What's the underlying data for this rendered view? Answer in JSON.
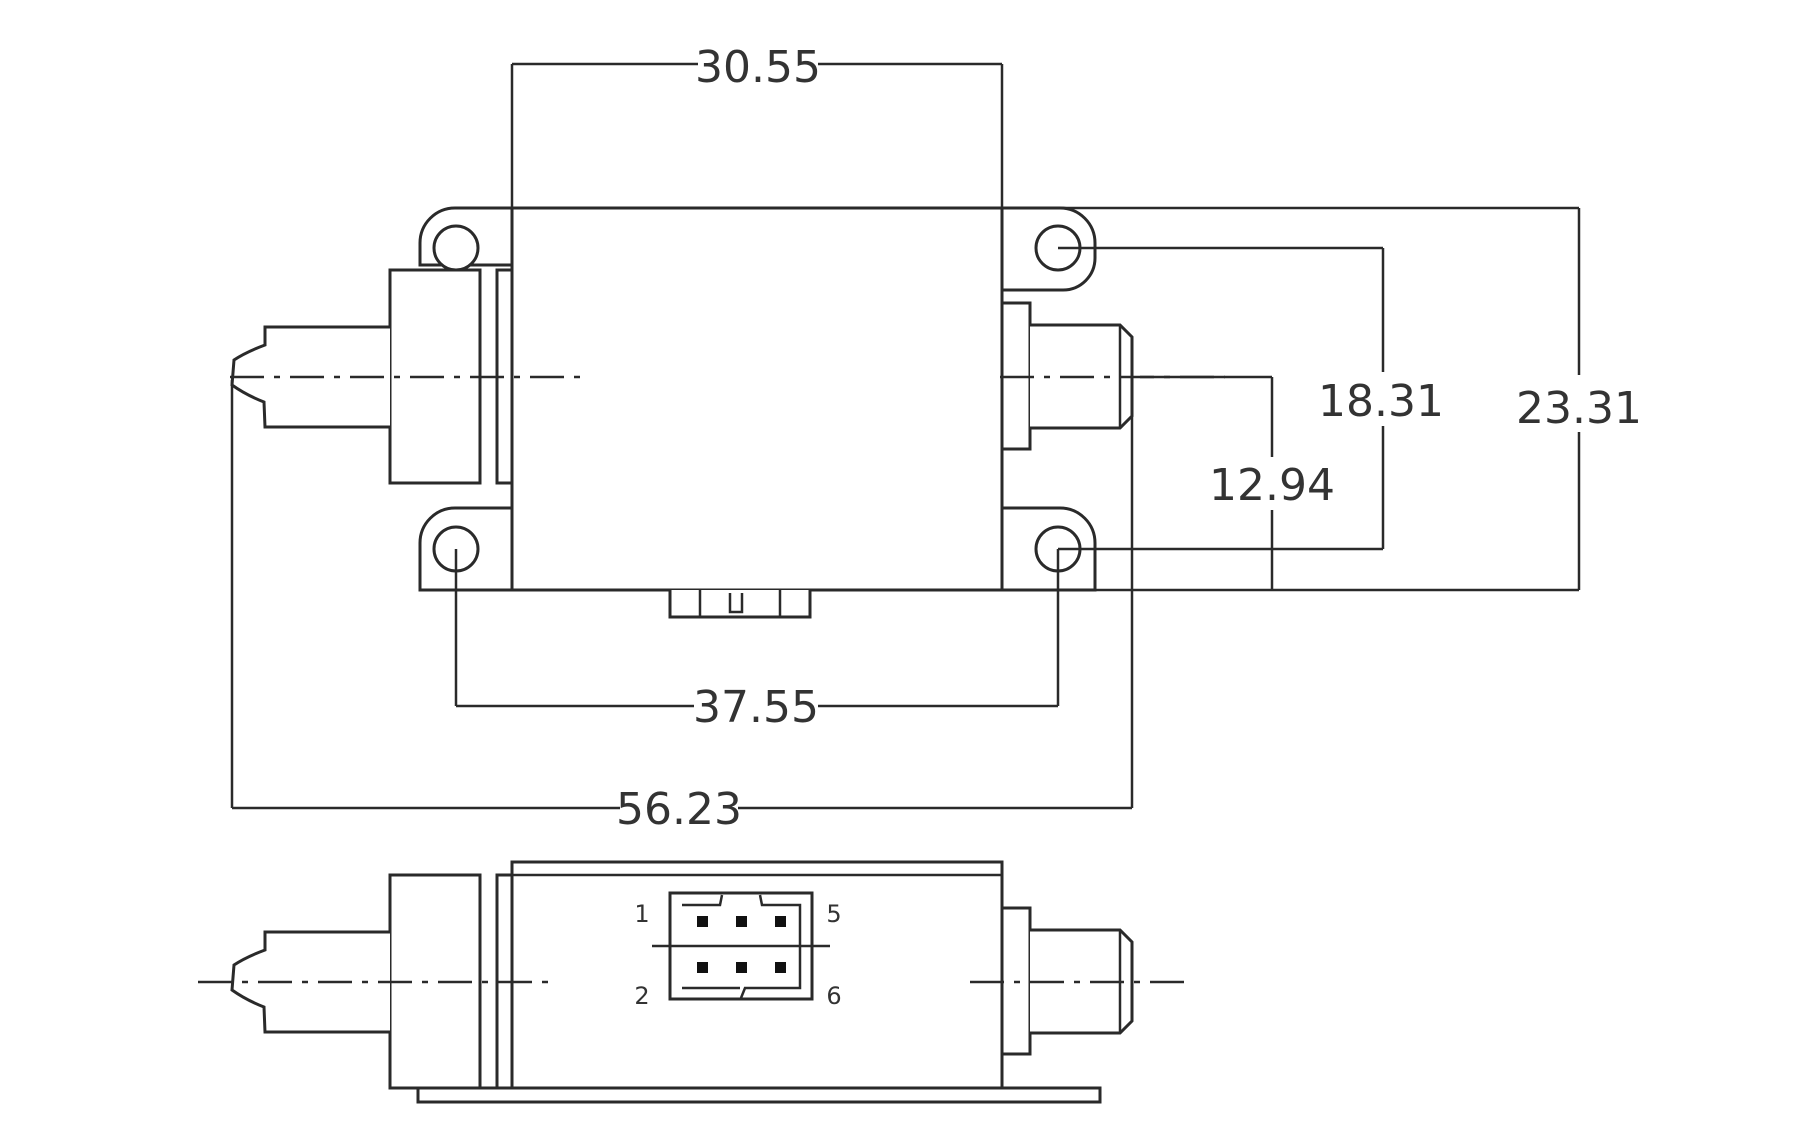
{
  "dimensions": {
    "width_top": "30.55",
    "width_holes": "37.55",
    "overall_length": "56.23",
    "hole_spacing_v": "18.31",
    "overall_height": "23.31",
    "axis_offset": "12.94"
  },
  "connector": {
    "pin_1": "1",
    "pin_2": "2",
    "pin_5": "5",
    "pin_6": "6"
  }
}
